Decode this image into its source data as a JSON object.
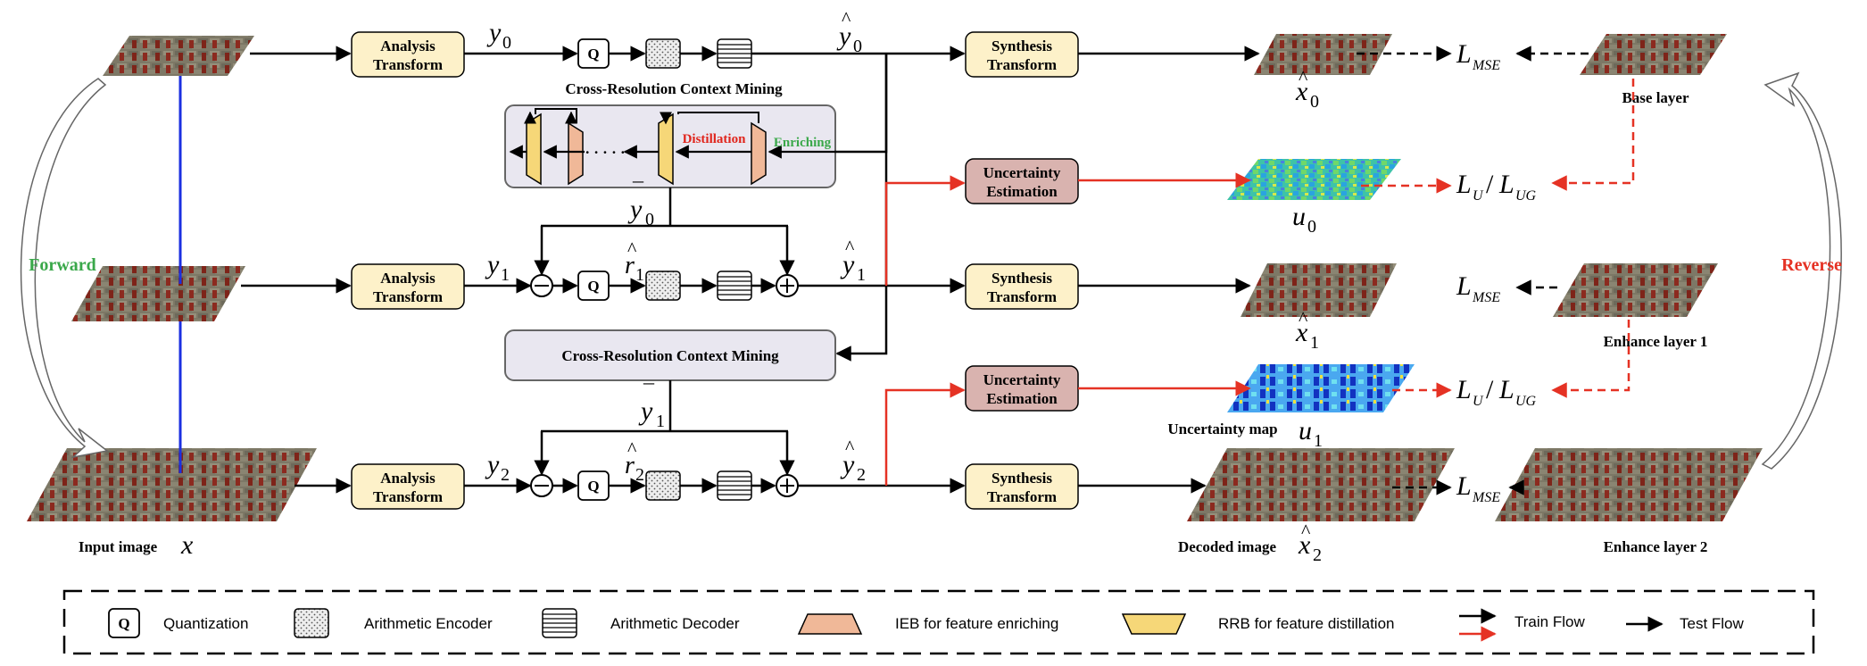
{
  "blocks": {
    "analysis": "Analysis",
    "transform": "Transform",
    "synthesis": "Synthesis",
    "uncertainty": "Uncertainty",
    "estimation": "Estimation",
    "q": "Q",
    "crcm": "Cross-Resolution Context Mining",
    "distillation": "Distillation",
    "enriching": "Enriching",
    "ellipsis": "· · · · ·"
  },
  "labels": {
    "forward": "Forward",
    "reverse": "Reverse",
    "input_image": "Input image",
    "decoded_image": "Decoded image",
    "uncertainty_map": "Uncertainty map",
    "base_layer": "Base layer",
    "enhance_layer_1": "Enhance layer 1",
    "enhance_layer_2": "Enhance layer 2"
  },
  "math": {
    "y": "y",
    "r": "r",
    "x": "x",
    "u": "u",
    "L": "L",
    "slash": "/",
    "sub0": "0",
    "sub1": "1",
    "sub2": "2",
    "mse": "MSE",
    "u_sub": "U",
    "ug_sub": "UG",
    "hat": "^",
    "bar": "¯"
  },
  "legend": {
    "quantization": "Quantization",
    "arithmetic_encoder": "Arithmetic Encoder",
    "arithmetic_decoder": "Arithmetic Decoder",
    "ieb": "IEB for feature enriching",
    "rrb": "RRB for feature distillation",
    "train_flow": "Train Flow",
    "test_flow": "Test Flow"
  },
  "colors": {
    "box_yellow": "#fdf1c9",
    "box_red": "#d9b3af",
    "crcm_fill": "#e9e7f0",
    "red_flow": "#e53224",
    "blue_link": "#1b2fe0",
    "green_text": "#3aa84a",
    "distill_red": "#e0251c",
    "ieb_fill": "#f0b898",
    "rrb_fill": "#f6d778"
  }
}
